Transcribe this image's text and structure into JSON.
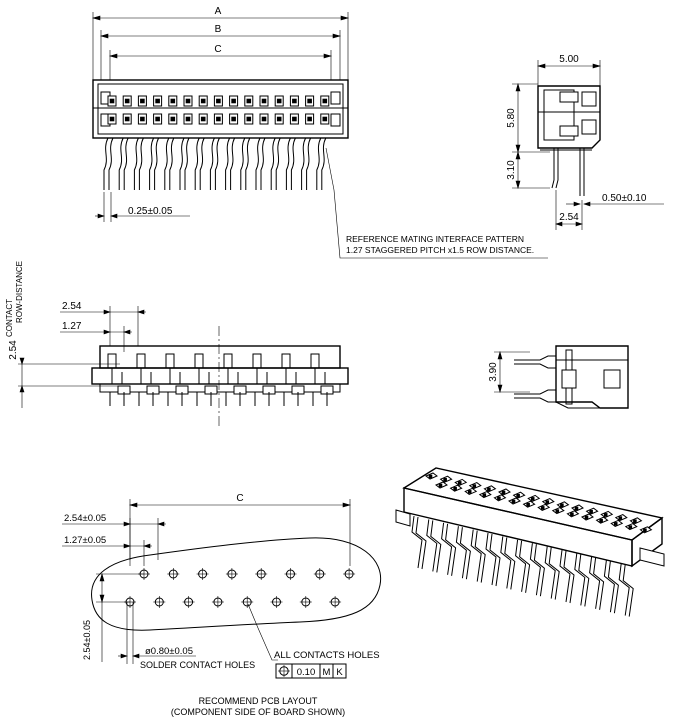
{
  "dimensions": {
    "a": "A",
    "b": "B",
    "c": "C",
    "c_layout": "C",
    "side_width": "5.00",
    "side_height": "5.80",
    "side_tail": "3.10",
    "side_tail_width": "2.54",
    "pin_width": "0.50±0.10",
    "front_pin": "0.25±0.05",
    "pitch_254": "2.54",
    "pitch_127": "1.27",
    "row_distance_value": "2.54",
    "row_distance_label_1": "CONTACT",
    "row_distance_label_2": "ROW-DISTANCE",
    "side2_height": "3.90",
    "layout_pitch_254": "2.54±0.05",
    "layout_pitch_127": "1.27±0.05",
    "layout_row": "2.54±0.05",
    "hole_diameter": "ø0.80±0.05"
  },
  "notes": {
    "reference_line_1": "REFERENCE MATING INTERFACE PATTERN",
    "reference_line_2": "1.27 STAGGERED PITCH x1.5 ROW DISTANCE.",
    "solder_holes": "SOLDER CONTACT HOLES",
    "all_holes": "ALL CONTACTS HOLES",
    "tolerance_value": "0.10",
    "tolerance_m": "M",
    "tolerance_k": "K",
    "layout_title_1": "RECOMMEND PCB LAYOUT",
    "layout_title_2": "(COMPONENT SIDE OF BOARD SHOWN)"
  }
}
